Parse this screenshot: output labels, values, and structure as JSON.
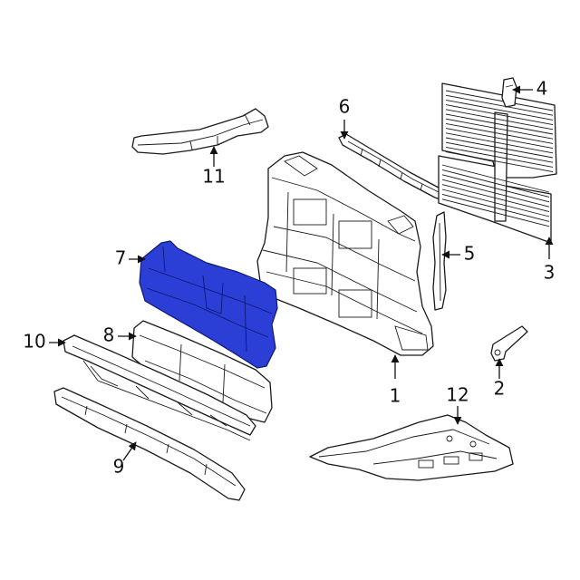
{
  "highlight_color": "#2b3fd6",
  "callouts": [
    {
      "number": "1"
    },
    {
      "number": "2"
    },
    {
      "number": "3"
    },
    {
      "number": "4"
    },
    {
      "number": "5"
    },
    {
      "number": "6"
    },
    {
      "number": "7"
    },
    {
      "number": "8"
    },
    {
      "number": "9"
    },
    {
      "number": "10"
    },
    {
      "number": "11"
    },
    {
      "number": "12"
    }
  ]
}
